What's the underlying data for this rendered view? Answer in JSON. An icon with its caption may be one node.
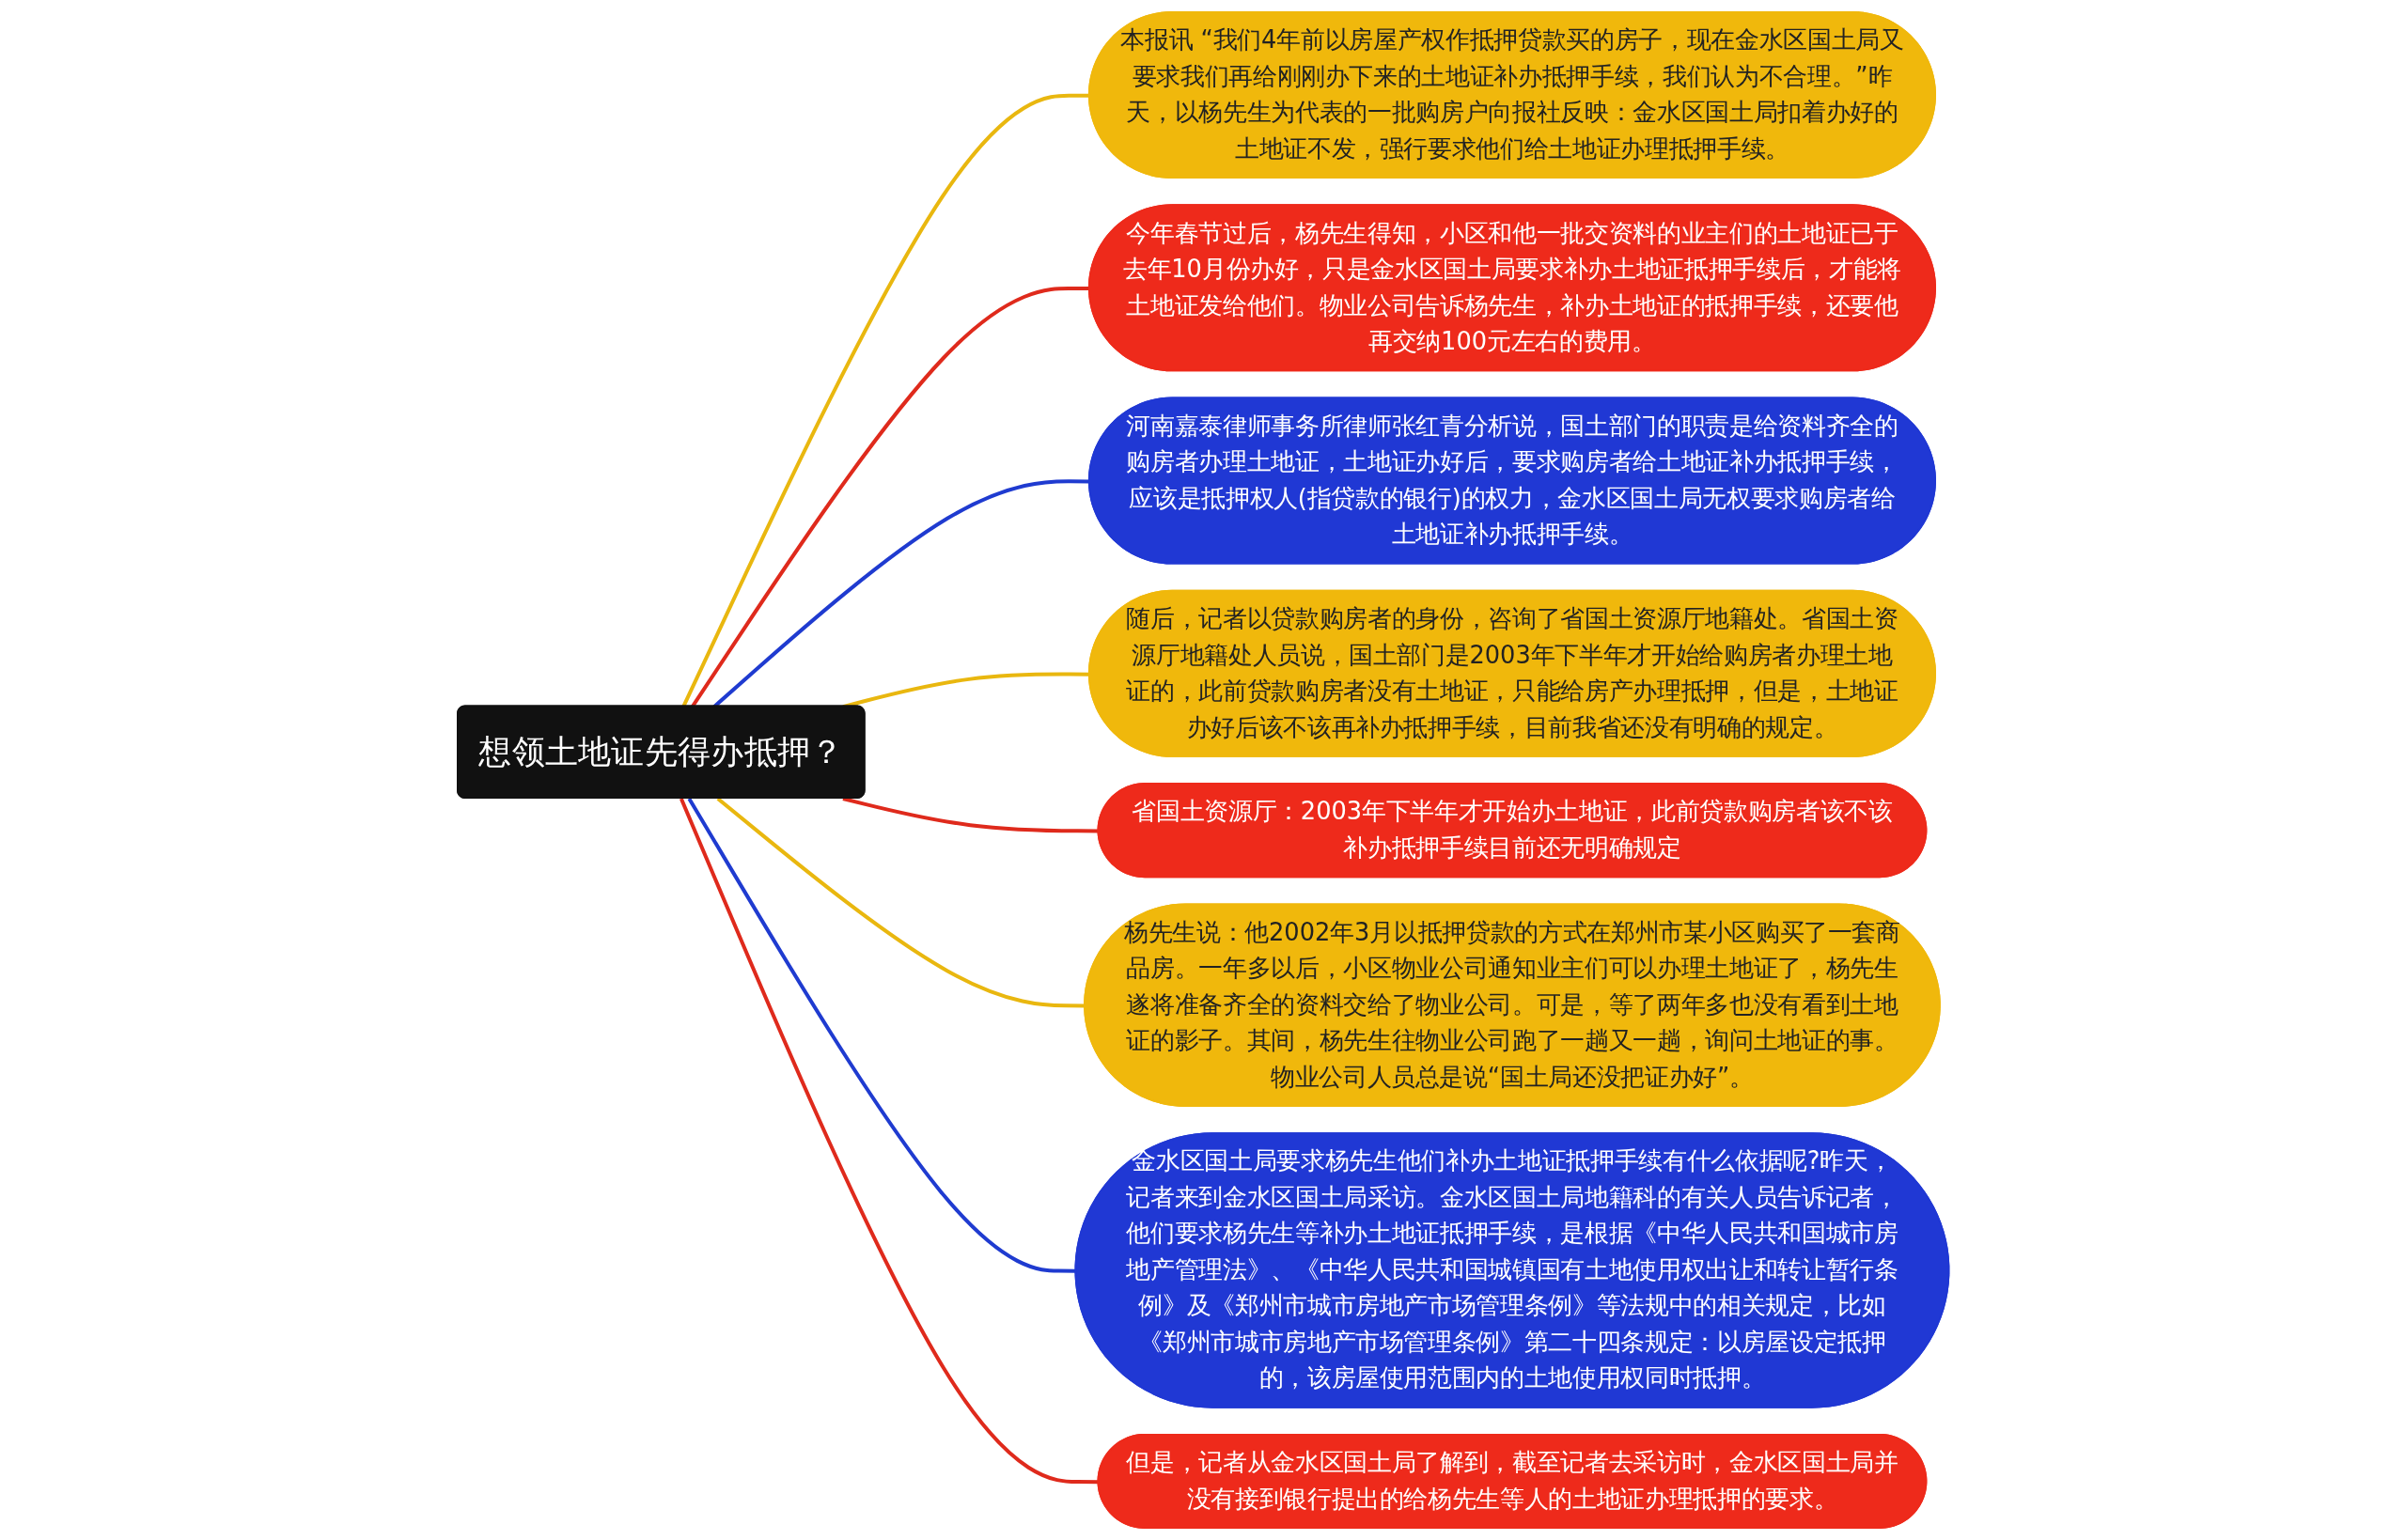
{
  "diagram": {
    "nodes": [
      {
        "text": [
          "想领土地证先得办抵押？"
        ]
      },
      {
        "text": [
          "本报讯 “我们4年前以房屋产权作抵押贷款买的房子，现在金水区国土局又要求我们再给刚刚办下来的土地证补办抵押手续，我们认为不合理。”昨天，以杨先生为代表的一批购房户向报社反映：金水区国土局扣着办好的土地证不发，强行要求他们给土地证办理抵押手续。"
        ]
      },
      {
        "text": [
          "今年春节过后，杨先生得知，小区和他一批交资料的业主们的土地证已于去年10月份办好，只是金水区国土局要求补办土地证抵押手续后，才能将土地证发给他们。物业公司告诉杨先生，补办土地证的抵押手续，还要他再交纳100元左右的费用。"
        ]
      },
      {
        "text": [
          "河南嘉泰律师事务所律师张红青分析说，国土部门的职责是给资料齐全的购房者办理土地证，土地证办好后，要求购房者给土地证补办抵押手续，应该是抵押权人(指贷款的银行)的权力，金水区国土局无权要求购房者给土地证补办抵押手续。"
        ]
      },
      {
        "text": [
          "随后，记者以贷款购房者的身份，咨询了省国土资源厅地籍处。省国土资源厅地籍处人员说，国土部门是2003年下半年才开始给购房者办理土地证的，此前贷款购房者没有土地证，只能给房产办理抵押，但是，土地证办好后该不该再补办抵押手续，目前我省还没有明确的规定。"
        ]
      },
      {
        "text": [
          "省国土资源厅：2003年下半年才开始办土地证，此前贷款购房者该不该补办抵押手续目前还无明确规定"
        ]
      },
      {
        "text": [
          "杨先生说：他2002年3月以抵押贷款的方式在郑州市某小区购买了一套商品房。一年多以后，小区物业公司通知业主们可以办理土地证了，杨先生遂将准备齐全的资料交给了物业公司。可是，等了两年多也没有看到土地证的影子。其间，杨先生往物业公司跑了一趟又一趟，询问土地证的事。物业公司人员总是说“国土局还没把证办好”。"
        ]
      },
      {
        "text": [
          "金水区国土局要求杨先生他们补办土地证抵押手续有什么依据呢?昨天，记者来到金水区国土局采访。金水区国土局地籍科的有关人员告诉记者，他们要求杨先生等补办土地证抵押手续，是根据《中华人民共和国城市房地产管理法》、《中华人民共和国城镇国有土地使用权出让和转让暂行条例》及《郑州市城市房地产市场管理条例》等法规中的相关规定，比如《郑州市城市房地产市场管理条例》第二十四条规定：以房屋设定抵押的，该房屋使用范围内的土地使用权同时抵押。"
        ]
      },
      {
        "text": [
          "但是，记者从金水区国土局了解到，截至记者去采访时，金水区国土局并没有接到银行提出的给杨先生等人的土地证办理抵押的要求。"
        ]
      }
    ],
    "edges": [
      {
        "from": 0,
        "to": 1,
        "arrow": "none",
        "color": "#e9b70f"
      },
      {
        "from": 0,
        "to": 2,
        "arrow": "none",
        "color": "#df2a1c"
      },
      {
        "from": 0,
        "to": 3,
        "arrow": "none",
        "color": "#1f3bd0"
      },
      {
        "from": 0,
        "to": 4,
        "arrow": "none",
        "color": "#e9b70f"
      },
      {
        "from": 0,
        "to": 5,
        "arrow": "none",
        "color": "#df2a1c"
      },
      {
        "from": 0,
        "to": 6,
        "arrow": "none",
        "color": "#e9b70f"
      },
      {
        "from": 0,
        "to": 7,
        "arrow": "none",
        "color": "#1f3bd0"
      },
      {
        "from": 0,
        "to": 8,
        "arrow": "none",
        "color": "#df2a1c"
      }
    ]
  }
}
